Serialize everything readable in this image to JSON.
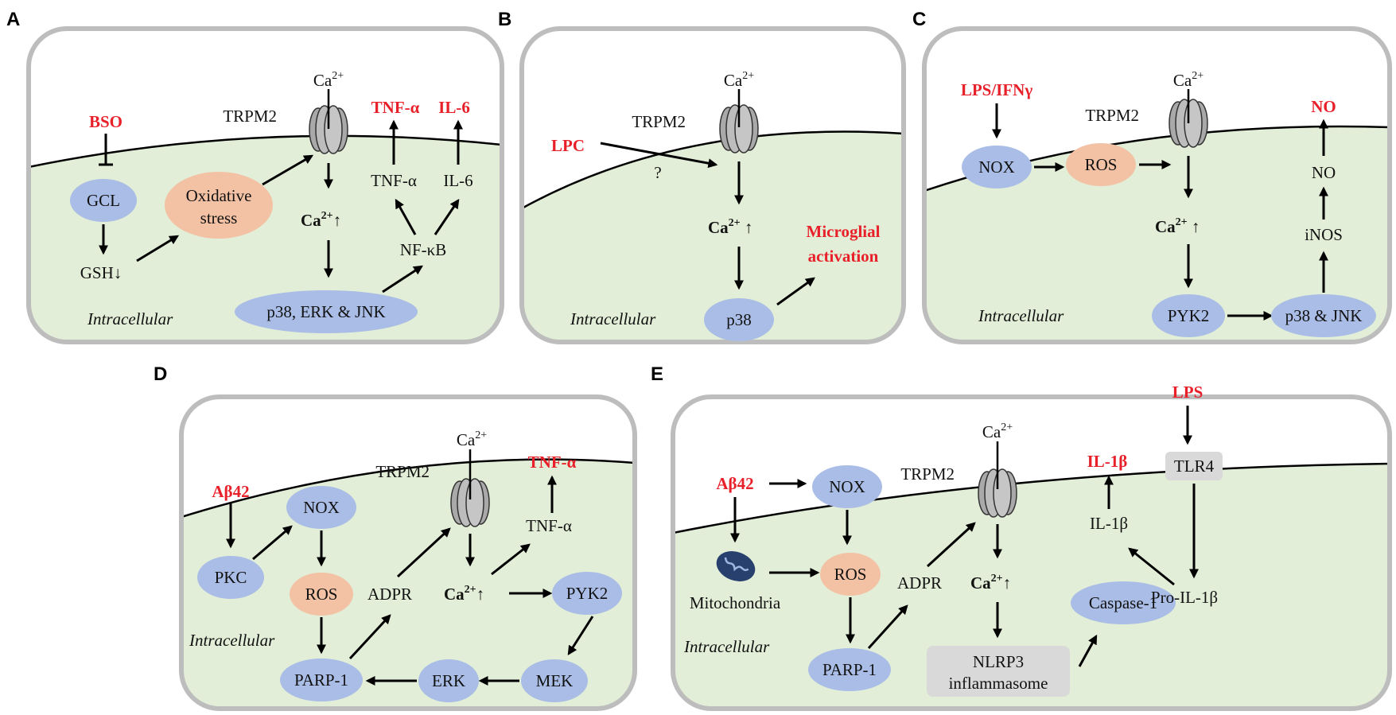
{
  "colors": {
    "cytoplasm": "#e2eed7",
    "cell_border": "#bdbdbd",
    "protein": "#a9bde6",
    "ros": "#f3c2a5",
    "complex": "#d9d9d9",
    "trigger_text": "#e8202a"
  },
  "panels": {
    "A": {
      "label": "A",
      "trigger": "BSO",
      "channel": "TRPM2",
      "ion": "Ca",
      "ion_sup": "2+",
      "ca_up": "Ca",
      "ca_up_sup": "2+",
      "gcl": "GCL",
      "gsh": "GSH↓",
      "ox1": "Oxidative",
      "ox2": "stress",
      "tnf": "TNF-α",
      "il6": "IL-6",
      "nfkb": "NF-κB",
      "mapk": "p38, ERK & JNK",
      "out_tnf": "TNF-α",
      "out_il6": "IL-6",
      "intracellular": "Intracellular"
    },
    "B": {
      "label": "B",
      "trigger": "LPC",
      "channel": "TRPM2",
      "ion": "Ca",
      "ion_sup": "2+",
      "ca_up": "Ca",
      "ca_up_sup": "2+",
      "question": "?",
      "p38": "p38",
      "out1": "Microglial",
      "out2": "activation",
      "intracellular": "Intracellular"
    },
    "C": {
      "label": "C",
      "trigger": "LPS/IFNγ",
      "channel": "TRPM2",
      "ion": "Ca",
      "ion_sup": "2+",
      "ca_up": "Ca",
      "ca_up_sup": "2+",
      "nox": "NOX",
      "ros": "ROS",
      "pyk2": "PYK2",
      "p38jnk": "p38 & JNK",
      "inos": "iNOS",
      "no": "NO",
      "out_no": "NO",
      "intracellular": "Intracellular"
    },
    "D": {
      "label": "D",
      "trigger": "Aβ42",
      "channel": "TRPM2",
      "ion": "Ca",
      "ion_sup": "2+",
      "ca_up": "Ca",
      "ca_up_sup": "2+",
      "nox": "NOX",
      "pkc": "PKC",
      "ros": "ROS",
      "adpr": "ADPR",
      "parp": "PARP-1",
      "erk": "ERK",
      "mek": "MEK",
      "pyk2": "PYK2",
      "tnf": "TNF-α",
      "out_tnf": "TNF-α",
      "intracellular": "Intracellular"
    },
    "E": {
      "label": "E",
      "trigger": "Aβ42",
      "trigger2": "LPS",
      "channel": "TRPM2",
      "ion": "Ca",
      "ion_sup": "2+",
      "ca_up": "Ca",
      "ca_up_sup": "2+",
      "nox": "NOX",
      "ros": "ROS",
      "adpr": "ADPR",
      "parp": "PARP-1",
      "mito": "Mitochondria",
      "nlrp1": "NLRP3",
      "nlrp2": "inflammasome",
      "casp": "Caspase-1",
      "il1b": "IL-1β",
      "proil": "Pro-IL-1β",
      "tlr4": "TLR4",
      "out_il1b": "IL-1β",
      "intracellular": "Intracellular"
    }
  }
}
